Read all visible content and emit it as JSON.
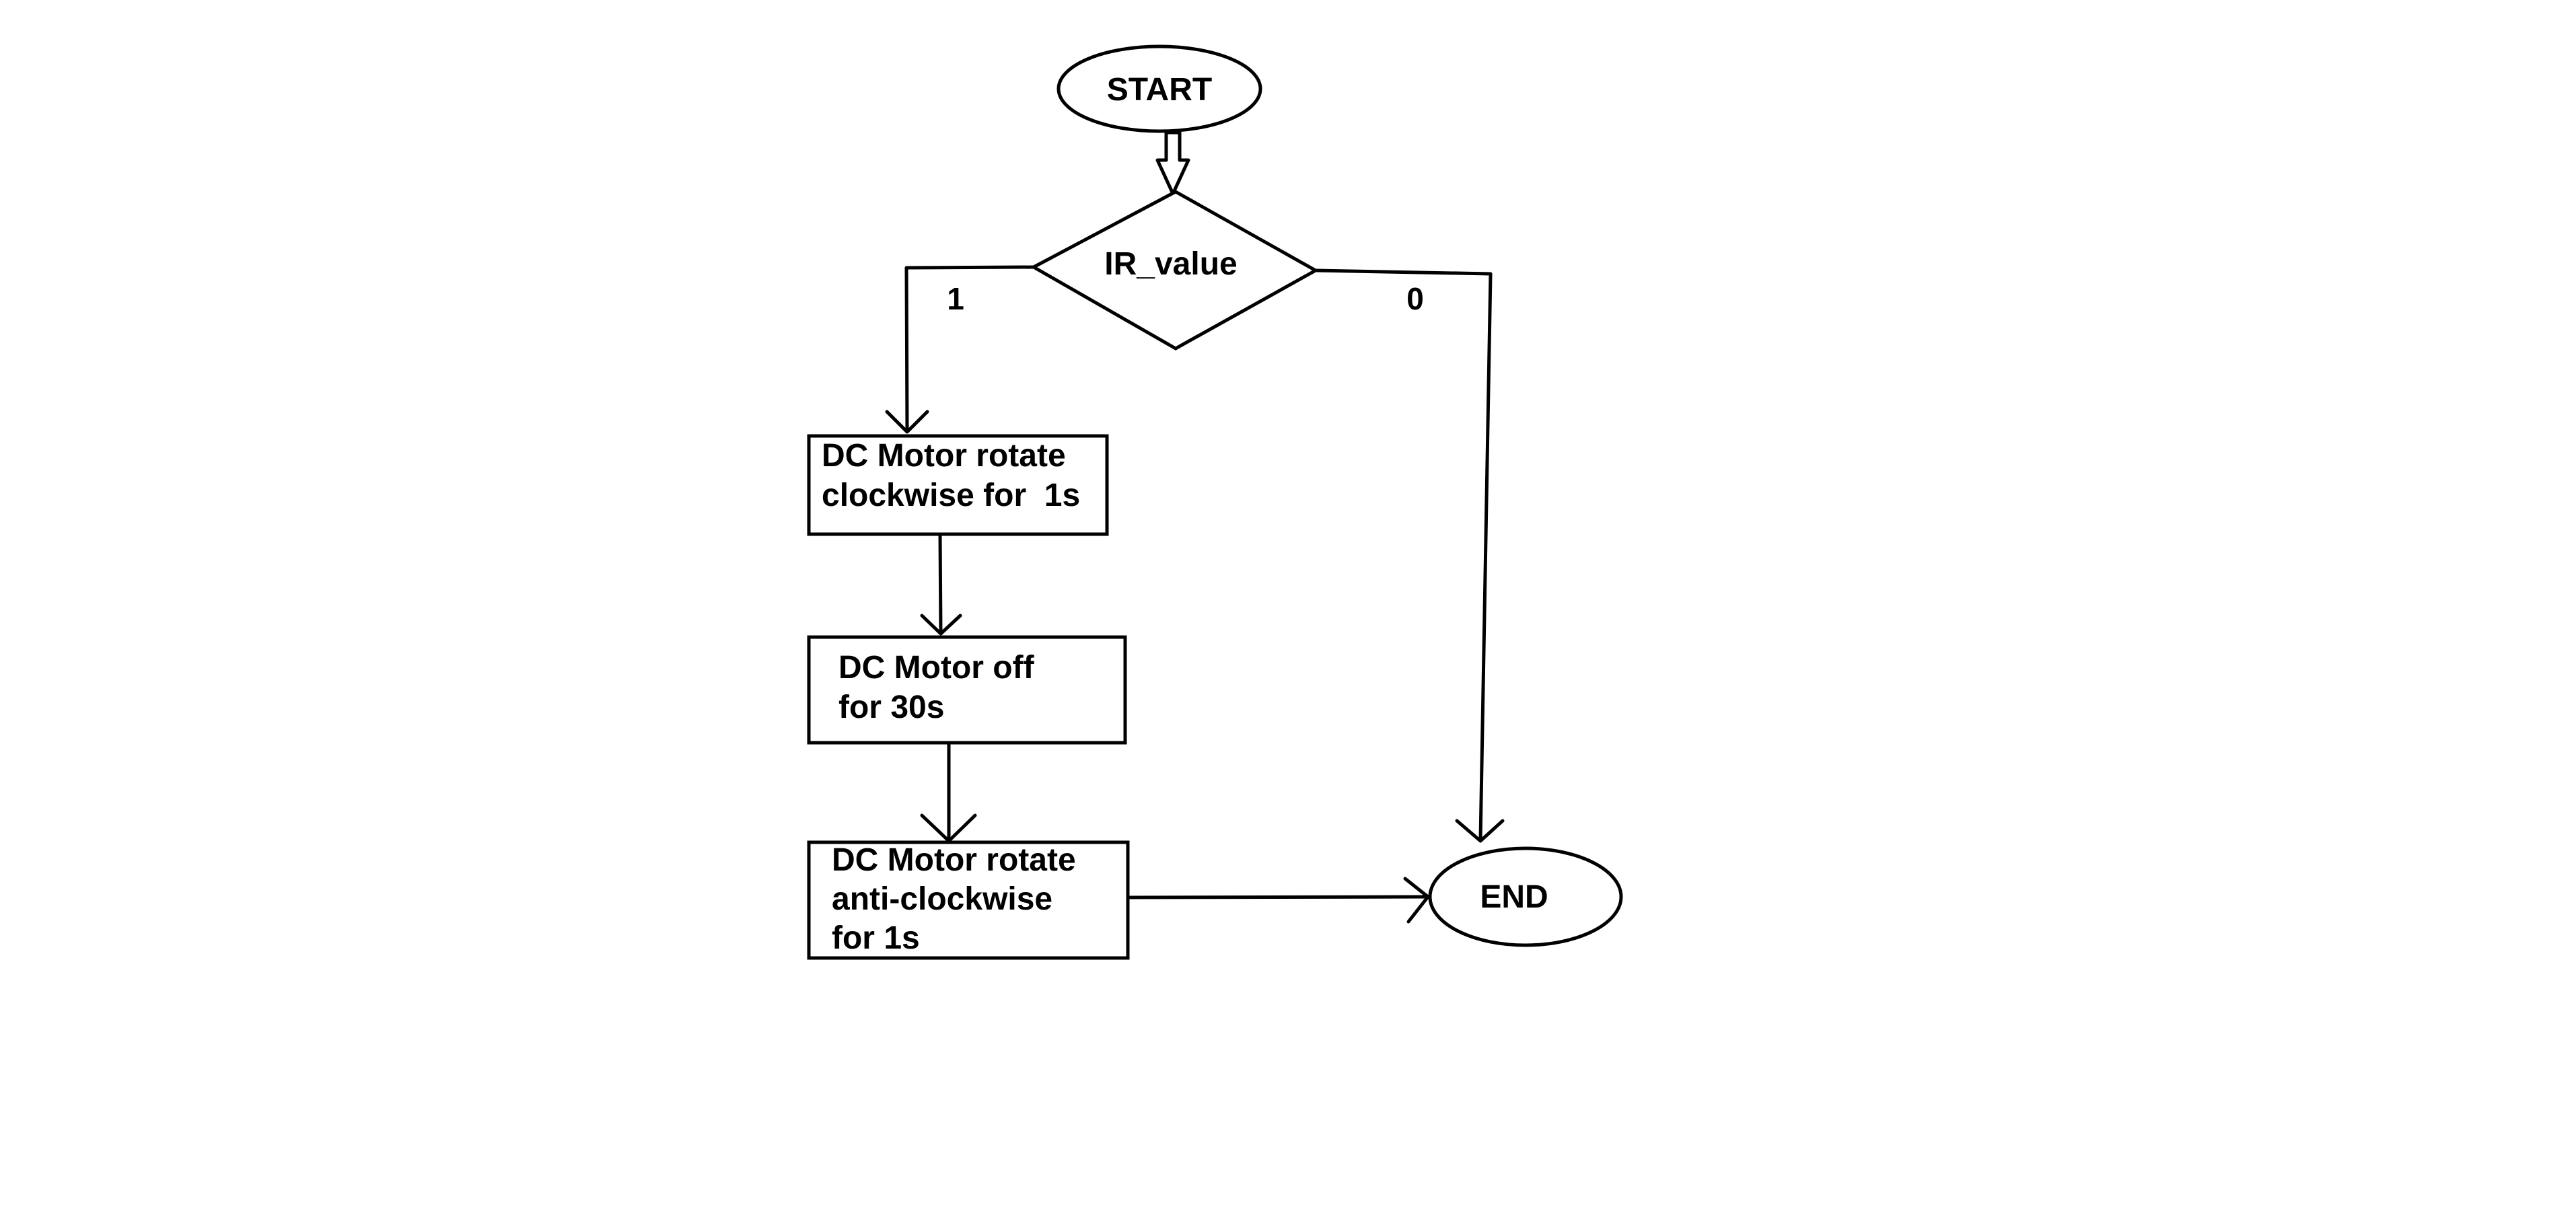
{
  "flowchart": {
    "start": "START",
    "decision": "IR_value",
    "branch_yes": "1",
    "branch_no": "0",
    "step1": [
      "DC Motor rotate",
      "clockwise for  1s"
    ],
    "step2": [
      "DC Motor off",
      "for 30s"
    ],
    "step3": [
      "DC Motor rotate",
      "anti-clockwise",
      "for 1s"
    ],
    "end": "END"
  }
}
